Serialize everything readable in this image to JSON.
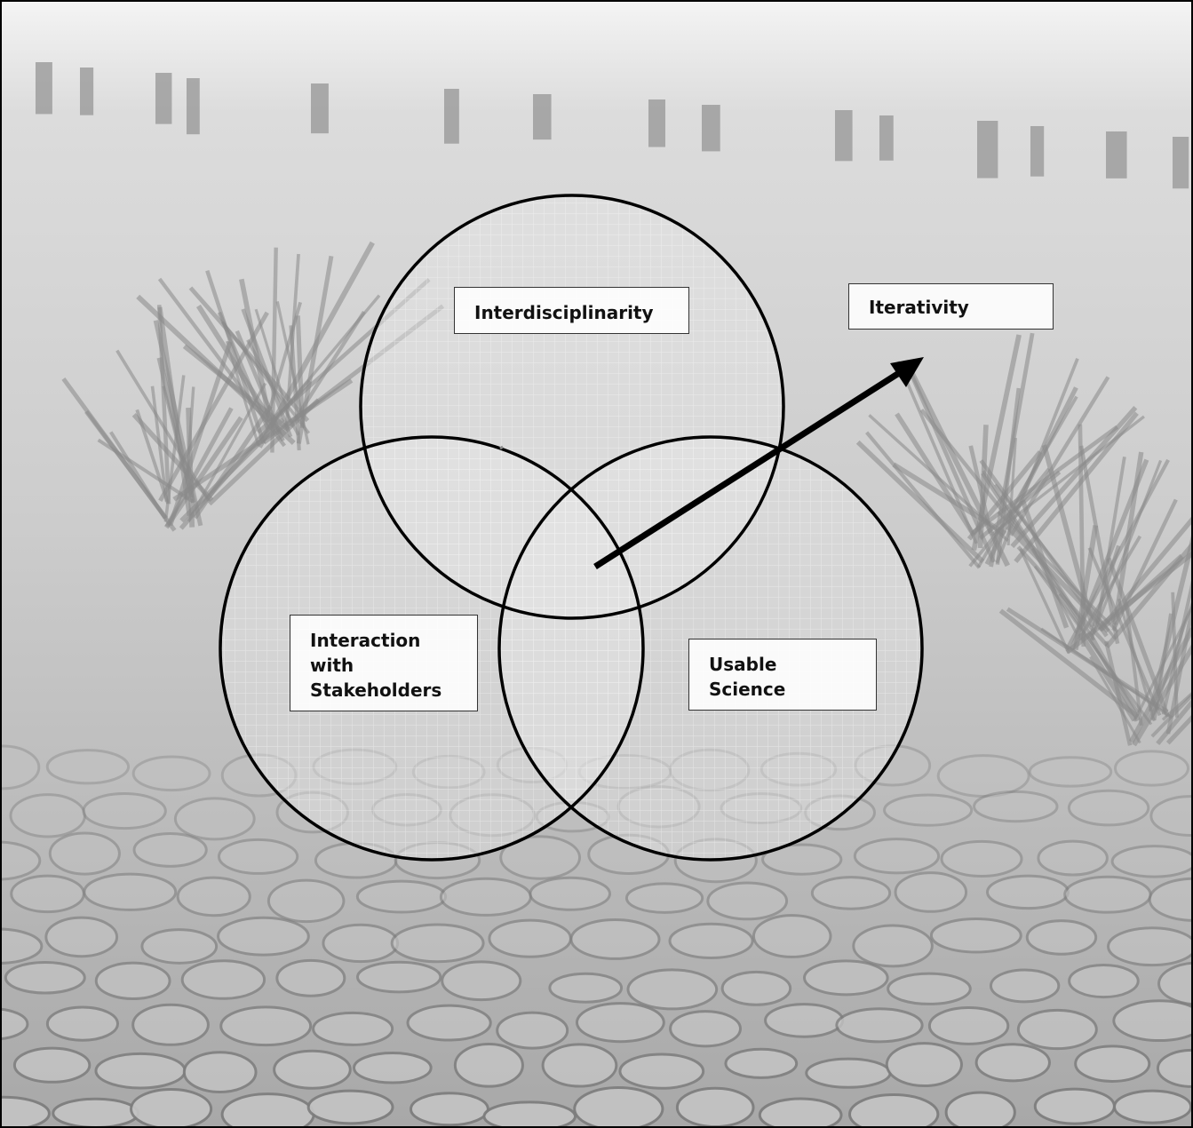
{
  "diagram": {
    "circles": [
      {
        "id": "interdisciplinarity",
        "label": "Interdisciplinarity"
      },
      {
        "id": "stakeholders",
        "label": "Interaction\nwith\nStakeholders"
      },
      {
        "id": "usable-science",
        "label": "Usable\nScience"
      }
    ],
    "arrow": {
      "label": "Iterativity"
    }
  },
  "colors": {
    "sky": "#f3f3f3",
    "field": "#cfcfcf",
    "soil": "#a9a9a9",
    "crack": "#6f6f6f",
    "grass": "#7a7a7a",
    "circle_fill": "#e9e9e9",
    "circle_stroke": "#000000",
    "arrow": "#000000"
  }
}
